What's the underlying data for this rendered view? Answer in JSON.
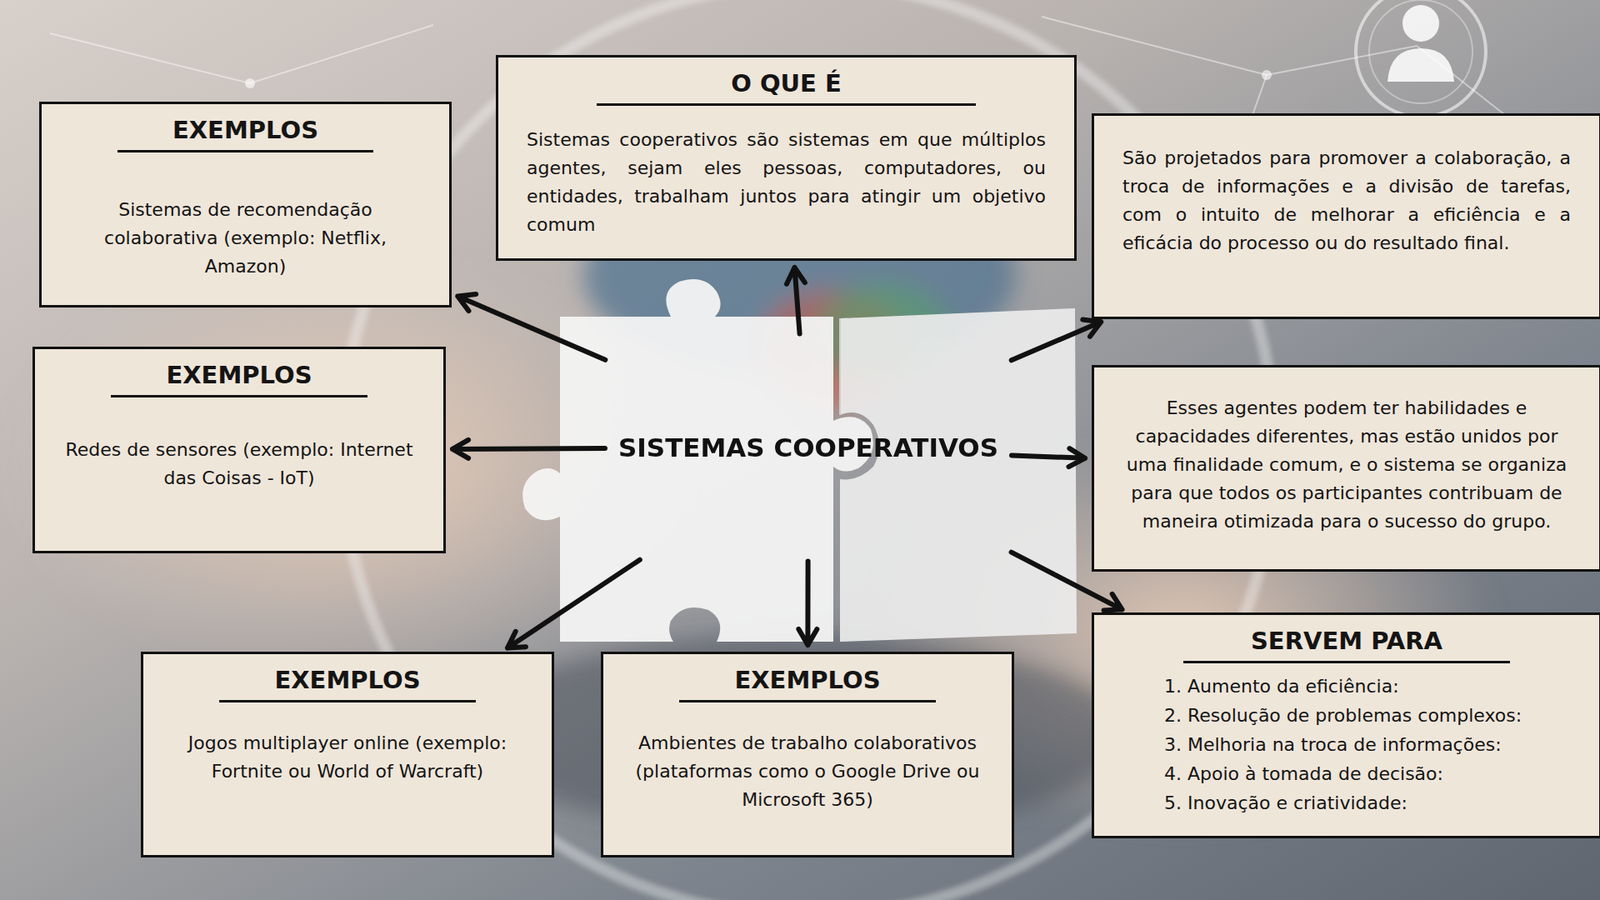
{
  "diagram": {
    "nodes": [
      {
        "text": [
          "EXEMPLOS",
          "Sistemas de recomendação colaborativa (exemplo: Netflix, Amazon)"
        ]
      },
      {
        "text": [
          "O QUE É",
          "Sistemas cooperativos são sistemas em que múltiplos agentes, sejam eles pessoas, computadores, ou entidades, trabalham juntos para atingir um objetivo comum"
        ]
      },
      {
        "text": [
          "São projetados para promover a colaboração, a troca de informações e a divisão de tarefas, com o intuito de melhorar a eficiência e a eficácia do processo ou do resultado final."
        ]
      },
      {
        "text": [
          "EXEMPLOS",
          "Redes de sensores (exemplo: Internet das Coisas - IoT)"
        ]
      },
      {
        "text": [
          "SISTEMAS COOPERATIVOS"
        ]
      },
      {
        "text": [
          "Esses agentes podem ter habilidades e capacidades diferentes, mas estão unidos por uma finalidade comum, e o sistema se organiza para que todos os participantes contribuam de maneira otimizada para o sucesso do grupo."
        ]
      },
      {
        "text": [
          "EXEMPLOS",
          "Jogos multiplayer online (exemplo: Fortnite ou World of Warcraft)"
        ]
      },
      {
        "text": [
          "EXEMPLOS",
          "Ambientes de trabalho colaborativos (plataformas como o Google Drive ou Microsoft 365)"
        ]
      },
      {
        "text": [
          "SERVEM PARA",
          "1. Aumento da eficiência:",
          "2. Resolução de problemas complexos:",
          "3. Melhoria na troca de informações:",
          "4. Apoio à tomada de decisão:",
          "5. Inovação e criatividade:"
        ]
      }
    ],
    "edges": [
      {
        "from": 4,
        "to": 0,
        "arrow": "to"
      },
      {
        "from": 4,
        "to": 1,
        "arrow": "to"
      },
      {
        "from": 4,
        "to": 2,
        "arrow": "to"
      },
      {
        "from": 4,
        "to": 3,
        "arrow": "to"
      },
      {
        "from": 4,
        "to": 5,
        "arrow": "to"
      },
      {
        "from": 4,
        "to": 6,
        "arrow": "to"
      },
      {
        "from": 4,
        "to": 7,
        "arrow": "to"
      },
      {
        "from": 4,
        "to": 8,
        "arrow": "to"
      }
    ]
  }
}
